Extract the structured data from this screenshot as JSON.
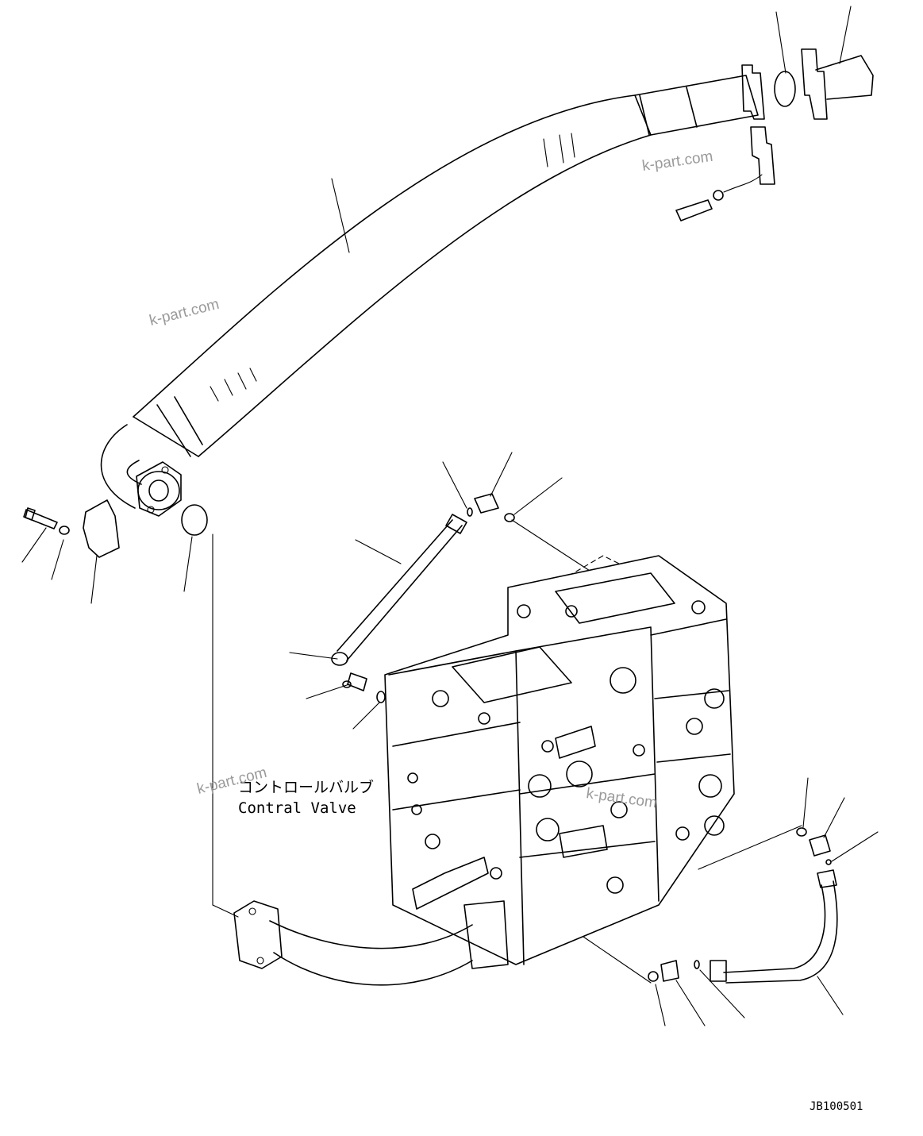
{
  "labels": {
    "component_jp": "コントロールバルブ",
    "component_en": "Contral Valve",
    "drawing_code": "JB100501"
  },
  "watermarks": [
    "k-part.com",
    "k-part.com",
    "k-part.com",
    "k-part.com"
  ],
  "colors": {
    "line": "#000000",
    "background": "#ffffff",
    "watermark": "#9a9a9a"
  }
}
